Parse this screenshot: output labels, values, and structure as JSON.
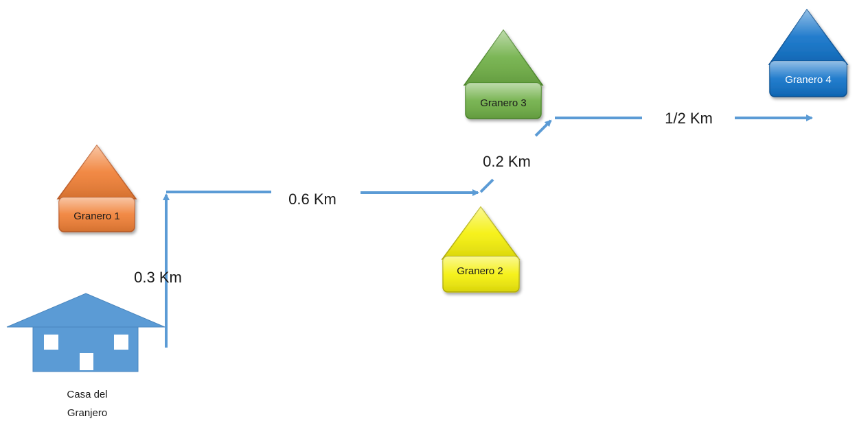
{
  "colors": {
    "arrow": "#5B9BD5",
    "house": "#5B9BD5",
    "barn_1": "#F07F35",
    "barn_2": "#F5F00A",
    "barn_3": "#6FAF46",
    "barn_4": "#0F71C8"
  },
  "house": {
    "label_line1": "Casa del",
    "label_line2": "Granjero"
  },
  "barns": {
    "barn_1": {
      "label": "Granero 1"
    },
    "barn_2": {
      "label": "Granero 2"
    },
    "barn_3": {
      "label": "Granero 3"
    },
    "barn_4": {
      "label": "Granero 4"
    }
  },
  "distances": {
    "leg_1": "0.3 Km",
    "leg_2": "0.6 Km",
    "leg_3": "0.2 Km",
    "leg_4": "1/2 Km"
  }
}
